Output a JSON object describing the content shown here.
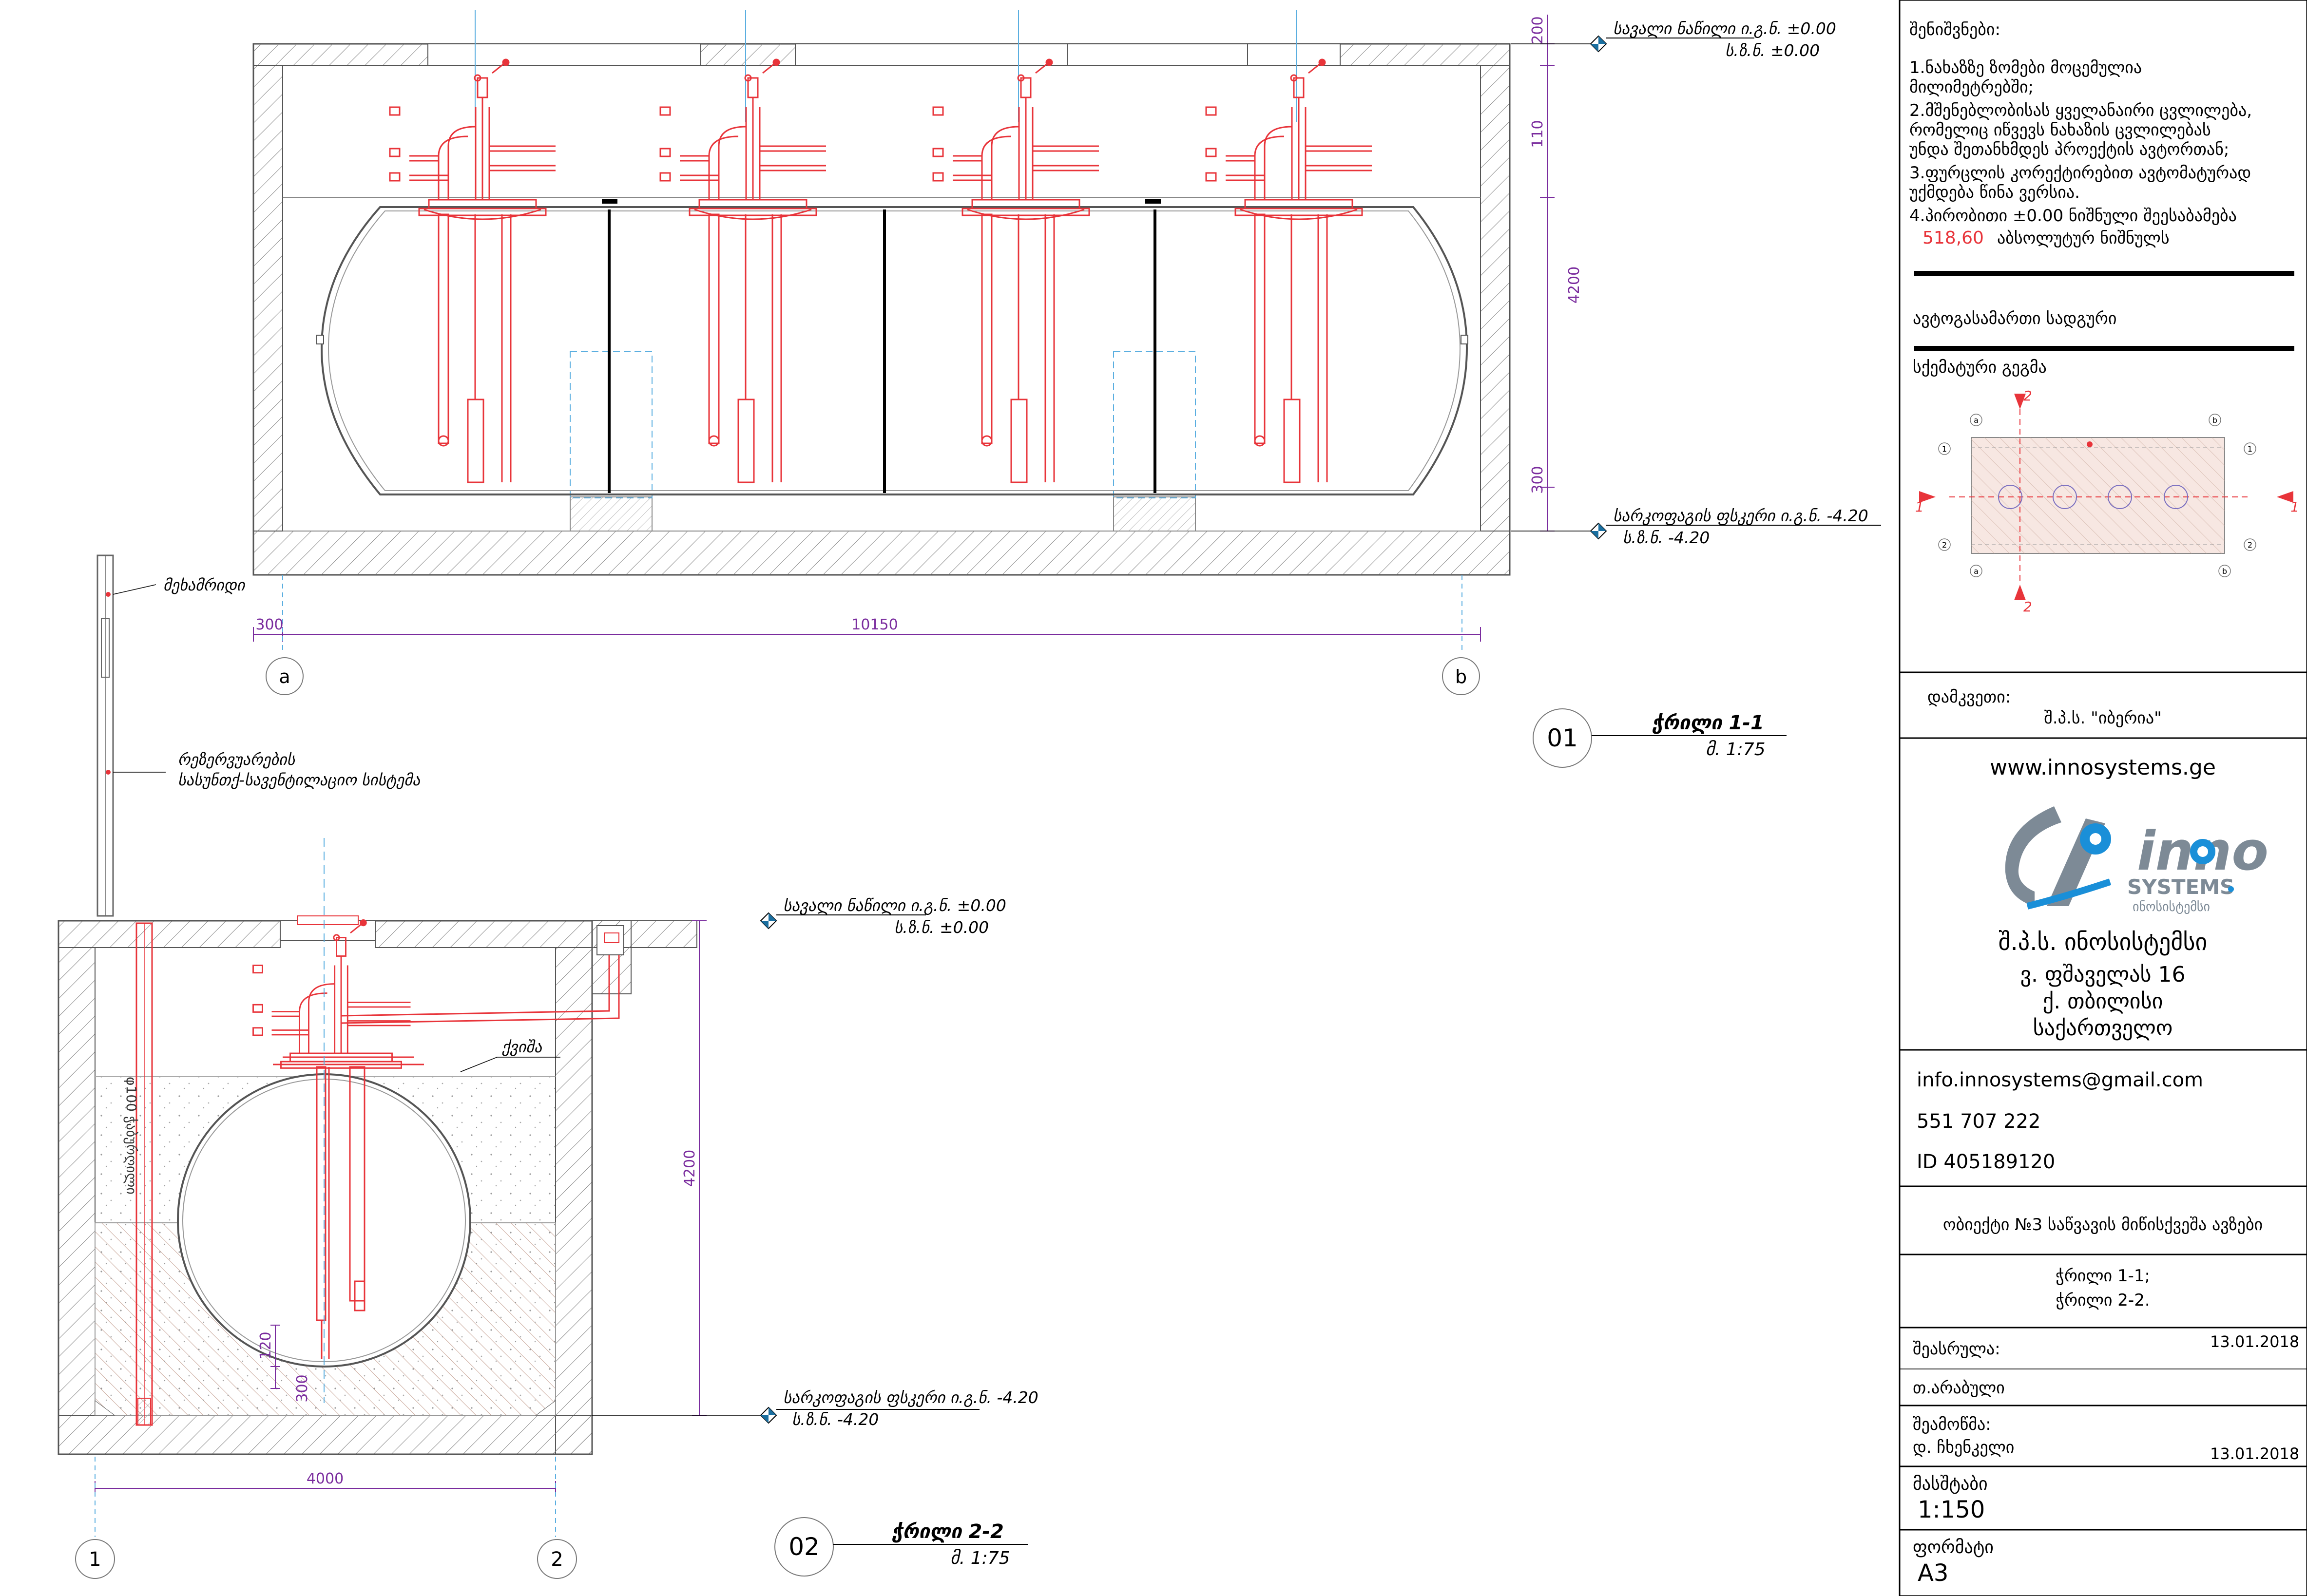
{
  "section_1_1": {
    "level_top": {
      "line1": "სავალი ნაწილი   ი.გ.ნ. ±0.00",
      "line2": "ს.ზ.ნ. ±0.00"
    },
    "level_bottom": {
      "line1": "სარკოფაგის ფსკერი  ი.გ.ნ. -4.20",
      "line2": "ს.ზ.ნ. -4.20"
    },
    "dims": {
      "d200": "200",
      "d110": "110",
      "d4200": "4200",
      "d300v": "300",
      "d300h": "300",
      "d10150": "10150"
    },
    "axes": {
      "a": "a",
      "b": "b"
    },
    "marker_num": "01",
    "title": "ჭრილი  1-1",
    "scale": "მ. 1:75"
  },
  "section_2_2": {
    "vent_label": "მეხამრიდი",
    "reservoir_vent_line1": "რეზერვუარების",
    "reservoir_vent_line2": "სასუნთქ-სავენტილაციო სისტემა",
    "level_top": {
      "line1": "სავალი ნაწილი   ი.გ.ნ. ±0.00",
      "line2": "ს.ზ.ნ. ±0.00"
    },
    "level_bottom": {
      "line1": "სარკოფაგის ფსკერი  ი.გ.ნ. -4.20",
      "line2": "ს.ზ.ნ. -4.20"
    },
    "sand_label": "ქვიშა",
    "pipe_label": "φ100 ჭაბურღილი",
    "dims": {
      "d4200": "4200",
      "d4000": "4000",
      "d120": "120",
      "d300": "300"
    },
    "axes": {
      "one": "1",
      "two": "2"
    },
    "marker_num": "02",
    "title": "ჭრილი  2-2",
    "scale": "მ. 1:75"
  },
  "notes": {
    "heading": "შენიშვნები:",
    "items": [
      "1.ნახაზზე ზომები მოცემულია",
      "   მილიმეტრებში;",
      "2.მშენებლობისას ყველანაირი ცვლილება,",
      "   რომელიც იწვევს  ნახაზის ცვლილებას",
      "   უნდა შეთანხმდეს პროექტის  ავტორთან;",
      "3.ფურცლის კორექტირებით ავტომატურად",
      "   უქმდება  წინა  ვერსია.",
      "4.პირობითი ±0.00 ნიშნული შეესაბამება"
    ],
    "abs_value": "518,60",
    "abs_text": "აბსოლუტურ ნიშნულს"
  },
  "station_title": "ავტოგასამართი სადგური",
  "scheme_title": "სქემატური გეგმა",
  "scheme": {
    "cut2": "2",
    "cut1": "1",
    "axis_a": "a",
    "axis_b": "b",
    "axis_1": "1",
    "axis_2": "2"
  },
  "title_block": {
    "client_label": "დამკვეთი:",
    "client_name": "შ.პ.ს. \"იბერია\"",
    "website": "www.innosystems.ge",
    "logo_inno": "inno",
    "logo_systems": "SYSTEMS",
    "logo_sub": "ინოსისტემსი",
    "company_name": "შ.პ.ს. ინოსისტემსი",
    "street": "ვ. ფშაველას 16",
    "city": "ქ. თბილისი",
    "country": "საქართველო",
    "email": "info.innosystems@gmail.com",
    "phone": "551 707 222",
    "id": "ID 405189120",
    "object": "ობიექტი №3 საწვავის მიწისქვეშა ავზები",
    "sheet_line1": "ჭრილი 1-1;",
    "sheet_line2": "ჭრილი 2-2.",
    "performed_label": "შეასრულა:",
    "performed_date": "13.01.2018",
    "performed_by": "თ.არაბული",
    "checked_label": "შეამოწმა:",
    "checked_by": "დ. ჩხენკელი",
    "checked_date": "13.01.2018",
    "scale_label": "მასშტაბი",
    "scale_value": "1:150",
    "format_label": "ფორმატი",
    "format_value": "A3"
  },
  "colors": {
    "tank_red": "#e8343a",
    "dim_purple": "#7a2c9e",
    "guide_blue": "#5aaee0",
    "logo_gray": "#7d8a96",
    "logo_blue": "#1a8fd8"
  }
}
